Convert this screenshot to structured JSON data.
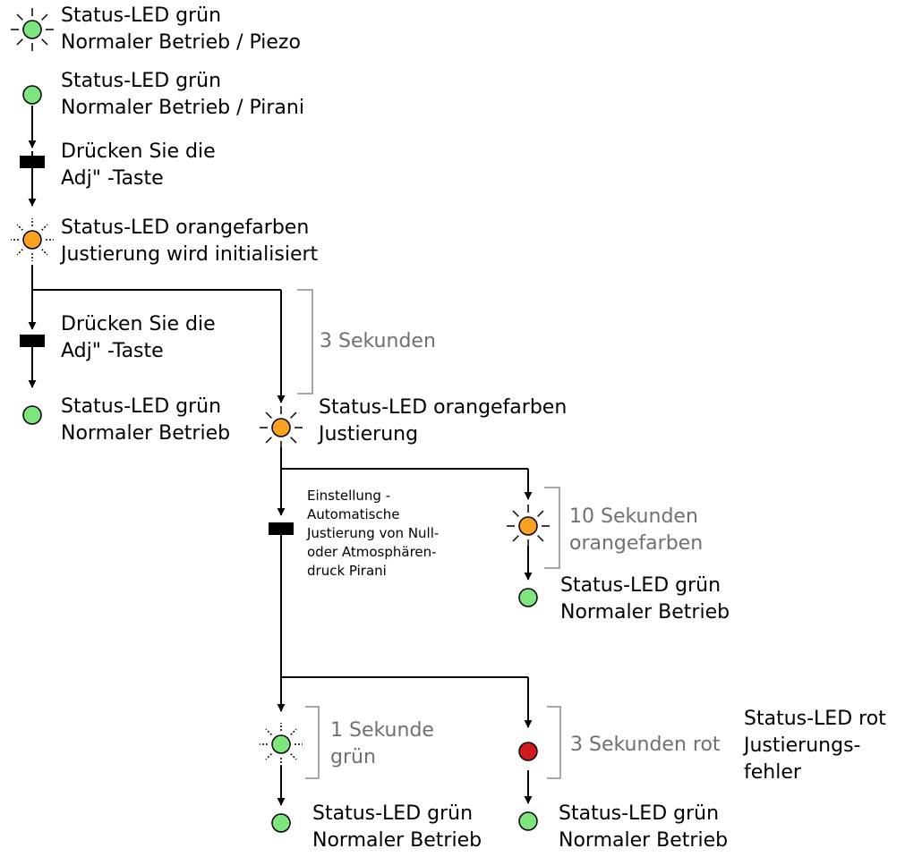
{
  "colors": {
    "green": "#7ee57e",
    "orange": "#f7a021",
    "red": "#d2191e",
    "line": "#000000",
    "bracket": "#8a8a8a",
    "gray_text": "#707070"
  },
  "steps": {
    "piezo": {
      "line1": "Status-LED grün",
      "line2": "Normaler Betrieb / Piezo"
    },
    "pirani": {
      "line1": "Status-LED grün",
      "line2": "Normaler Betrieb / Pirani"
    },
    "press1": {
      "line1": "Drücken Sie die",
      "line2": "Adj\" -Taste"
    },
    "init": {
      "line1": "Status-LED orangefarben",
      "line2": "Justierung wird initialisiert"
    },
    "press2": {
      "line1": "Drücken Sie die",
      "line2": "Adj\" -Taste"
    },
    "normal_left": {
      "line1": "Status-LED grün",
      "line2": "Normaler Betrieb"
    },
    "justierung": {
      "line1": "Status-LED orangefarben",
      "line2": "Justierung"
    },
    "einstellung": {
      "line1": "Einstellung -",
      "line2": "Automatische",
      "line3": "Justierung von Null-",
      "line4": "oder Atmosphären-",
      "line5": "druck Pirani"
    },
    "normal_right": {
      "line1": "Status-LED grün",
      "line2": "Normaler Betrieb"
    },
    "error": {
      "line1": "Status-LED rot",
      "line2": "Justierungs-",
      "line3": "fehler"
    },
    "normal_bottom_left": {
      "line1": "Status-LED grün",
      "line2": "Normaler Betrieb"
    },
    "normal_bottom_right": {
      "line1": "Status-LED grün",
      "line2": "Normaler Betrieb"
    }
  },
  "timings": {
    "three_sec": "3 Sekunden",
    "ten_sec": {
      "line1": "10 Sekunden",
      "line2": "orangefarben"
    },
    "one_sec": {
      "line1": "1 Sekunde",
      "line2": "grün"
    },
    "three_sec_red": "3 Sekunden rot"
  }
}
